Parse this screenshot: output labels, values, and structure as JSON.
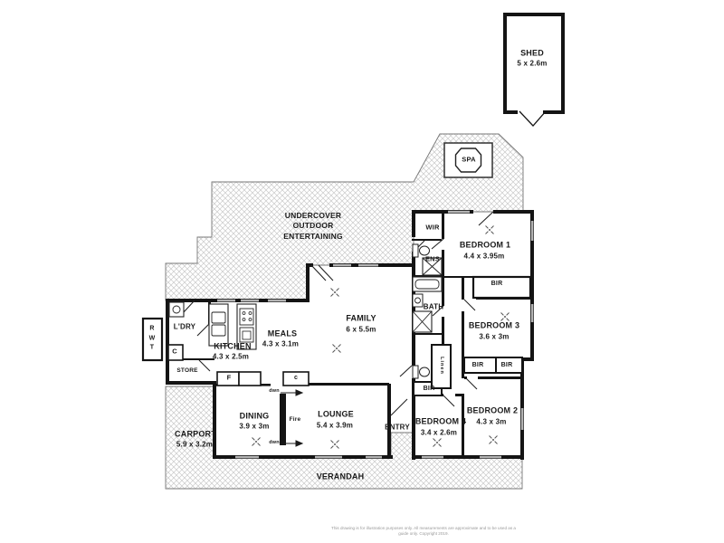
{
  "shed": {
    "name": "SHED",
    "dims": "5 x 2.6m"
  },
  "spa": {
    "label": "SPA"
  },
  "outdoor": {
    "label": "UNDERCOVER\nOUTDOOR\nENTERTAINING"
  },
  "rooms": {
    "bedroom1": {
      "name": "BEDROOM 1",
      "dims": "4.4 x 3.95m"
    },
    "bedroom2": {
      "name": "BEDROOM 2",
      "dims": "4.3 x 3m"
    },
    "bedroom3": {
      "name": "BEDROOM 3",
      "dims": "3.6 x 3m"
    },
    "bedroom4": {
      "name": "BEDROOM 4",
      "dims": "3.4 x 2.6m"
    },
    "family": {
      "name": "FAMILY",
      "dims": "6 x 5.5m"
    },
    "meals": {
      "name": "MEALS",
      "dims": "4.3 x 3.1m"
    },
    "kitchen": {
      "name": "KITCHEN",
      "dims": "4.3 x 2.5m"
    },
    "lounge": {
      "name": "LOUNGE",
      "dims": "5.4 x 3.9m"
    },
    "dining": {
      "name": "DINING",
      "dims": "3.9 x 3m"
    },
    "carport": {
      "name": "CARPORT",
      "dims": "5.9 x 3.2m"
    },
    "laundry": {
      "name": "L'DRY"
    },
    "wir": {
      "name": "WIR"
    },
    "ens": {
      "name": "ENS"
    },
    "bath": {
      "name": "BATH"
    },
    "entry": {
      "name": "ENTRY"
    },
    "store": {
      "name": "STORE"
    },
    "verandah": {
      "name": "VERANDAH"
    }
  },
  "fixtures": {
    "bir": "BIR",
    "linen": "Linen",
    "fire": "Fire",
    "dwn": "dwn",
    "rwt": "R\nW\nT",
    "cupboard_large": "C",
    "cupboard_small": "c",
    "fridge": "F"
  },
  "disclaimer": {
    "line1": "This drawing is for illustration purposes only. All measurements are approximate and to be used as a",
    "line2": "guide only. Copyright 2019."
  },
  "colors": {
    "wall": "#141414",
    "window": "#b3b3b3",
    "hatch_line": "#c9c9c9",
    "label": "#1a1a1a",
    "disclaimer": "#9a9a9a"
  }
}
